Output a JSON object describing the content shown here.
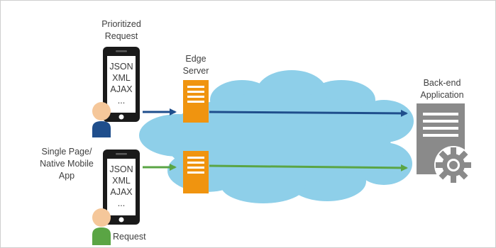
{
  "labels": {
    "prioritized_request": [
      "Prioritized",
      "Request"
    ],
    "edge_server": [
      "Edge",
      "Server"
    ],
    "backend_application": [
      "Back-end",
      "Application"
    ],
    "single_page_app": [
      "Single Page/",
      "Native Mobile",
      "App"
    ],
    "request": "Request"
  },
  "phone_screen_lines": [
    "JSON",
    "XML",
    "AJAX",
    "..."
  ],
  "icons": {
    "phones": "smartphone-icon",
    "users": "person-icon",
    "edge_servers": "server-icon",
    "backend": "server-gear-icon",
    "network": "cloud-icon"
  },
  "colors": {
    "prioritized_flow": "#1f4e8c",
    "regular_flow": "#5aa544",
    "edge_server": "#f0940f",
    "cloud": "#8ecfe9",
    "backend_server": "#8a8a8a",
    "phone": "#1a1a1a"
  }
}
